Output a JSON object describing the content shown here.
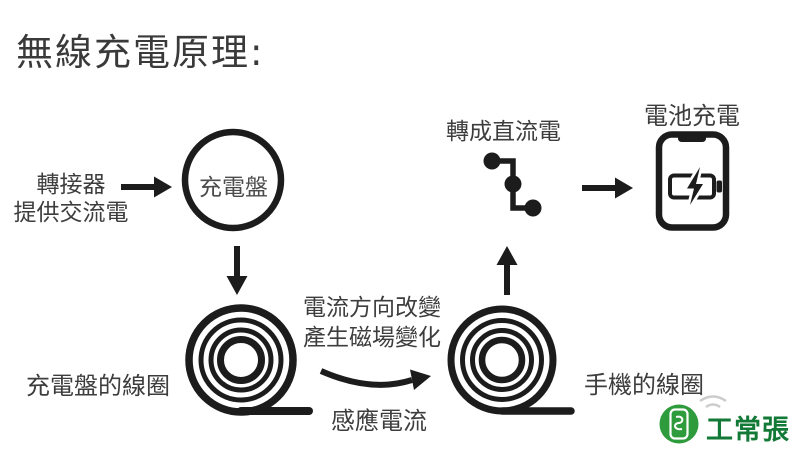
{
  "title": "無線充電原理:",
  "diagram": {
    "adapter": {
      "line1": "轉接器",
      "line2": "提供交流電"
    },
    "charging_pad": {
      "label": "充電盤"
    },
    "pad_coil": {
      "label": "充電盤的線圈"
    },
    "field_change": {
      "line1": "電流方向改變",
      "line2": "產生磁場變化"
    },
    "induced_current": {
      "label": "感應電流"
    },
    "phone_coil": {
      "label": "手機的線圈"
    },
    "dc_conversion": {
      "label": "轉成直流電"
    },
    "battery_charging": {
      "label": "電池充電"
    }
  },
  "logo": {
    "text": "工常張"
  },
  "icons": {
    "charging_pad": "circle-outline",
    "pad_coil": "spiral-coil",
    "phone_coil": "spiral-coil",
    "dc_conversion": "step-node-chain",
    "phone": "smartphone-charging-battery",
    "logo_badge": "green-circle-phone",
    "logo_wifi": "wifi-arcs"
  },
  "colors": {
    "ink": "#1c1c1c",
    "text": "#3d3d3d",
    "logo_green": "#2e9b3c",
    "logo_text_green": "#127a36"
  }
}
